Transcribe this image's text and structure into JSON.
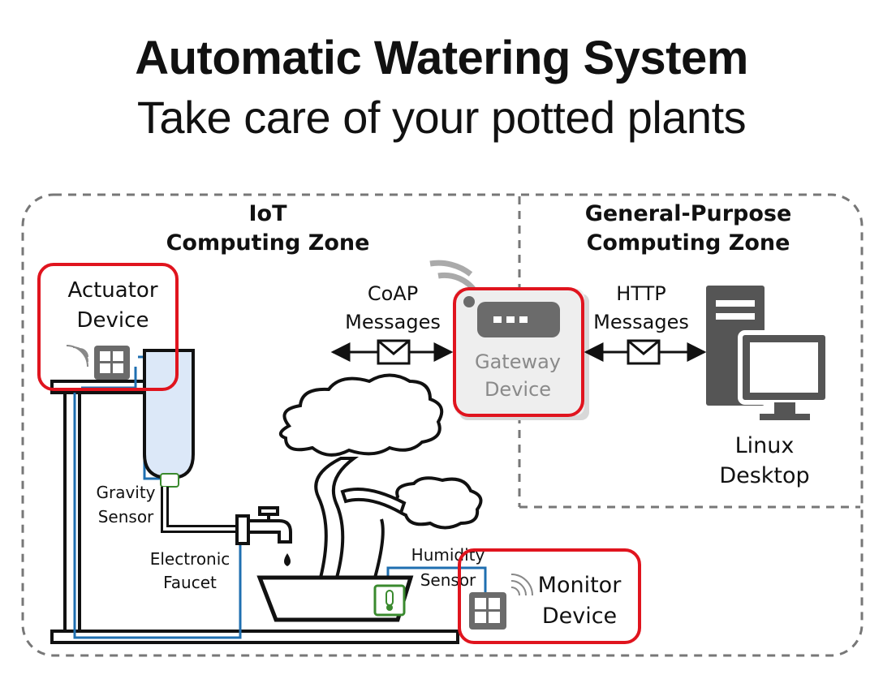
{
  "header": {
    "title": "Automatic Watering System",
    "subtitle": "Take care of your potted plants"
  },
  "zones": {
    "iot": {
      "line1": "IoT",
      "line2": "Computing Zone"
    },
    "general": {
      "line1": "General-Purpose",
      "line2": "Computing Zone"
    }
  },
  "devices": {
    "actuator": {
      "line1": "Actuator",
      "line2": "Device"
    },
    "gateway": {
      "line1": "Gateway",
      "line2": "Device"
    },
    "monitor": {
      "line1": "Monitor",
      "line2": "Device"
    },
    "desktop": {
      "line1": "Linux",
      "line2": "Desktop"
    }
  },
  "messages": {
    "coap": {
      "line1": "CoAP",
      "line2": "Messages"
    },
    "http": {
      "line1": "HTTP",
      "line2": "Messages"
    }
  },
  "sensors": {
    "gravity": {
      "line1": "Gravity",
      "line2": "Sensor"
    },
    "faucet": {
      "line1": "Electronic",
      "line2": "Faucet"
    },
    "humidity": {
      "line1": "Humidity",
      "line2": "Sensor"
    }
  },
  "colors": {
    "highlight": "#e0141e",
    "pipe": "#1f6fb0",
    "device_gray": "#6b6b6b",
    "sensor_green": "#3a8a2e",
    "bottle_fill": "#dce8f8"
  }
}
